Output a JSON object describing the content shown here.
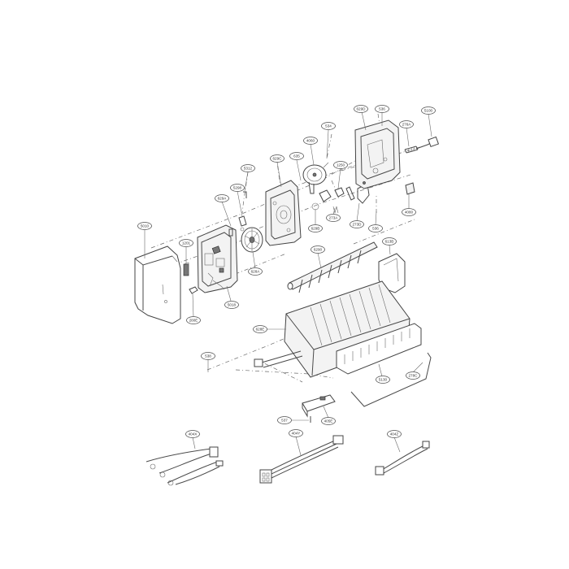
{
  "callouts": {
    "c5010": "5010",
    "c5018": "5018",
    "c1201": "1201",
    "c280e": "280E",
    "c629a": "629A",
    "c5298": "5298",
    "c5312": "5312",
    "c629c": "629C",
    "c6290": "6290",
    "c635": "635",
    "c4060": "4060",
    "c534": "534",
    "c629d": "629D",
    "c628a": "628A",
    "c1250": "1250",
    "c2730": "273D",
    "c273a": "273A",
    "c629b": "629B",
    "c629e": "629E",
    "c536a": "536",
    "c536b": "536",
    "c276a": "276A",
    "c5100": "5100",
    "c4080": "4080",
    "c613b": "613B",
    "c628e": "628E",
    "c538": "538",
    "c5130": "5130",
    "c2780": "278C",
    "c537": "537",
    "c4050": "405E",
    "c404x": "404X",
    "c404y": "404Y",
    "c404z": "404Z",
    "c6290b": "6290"
  }
}
